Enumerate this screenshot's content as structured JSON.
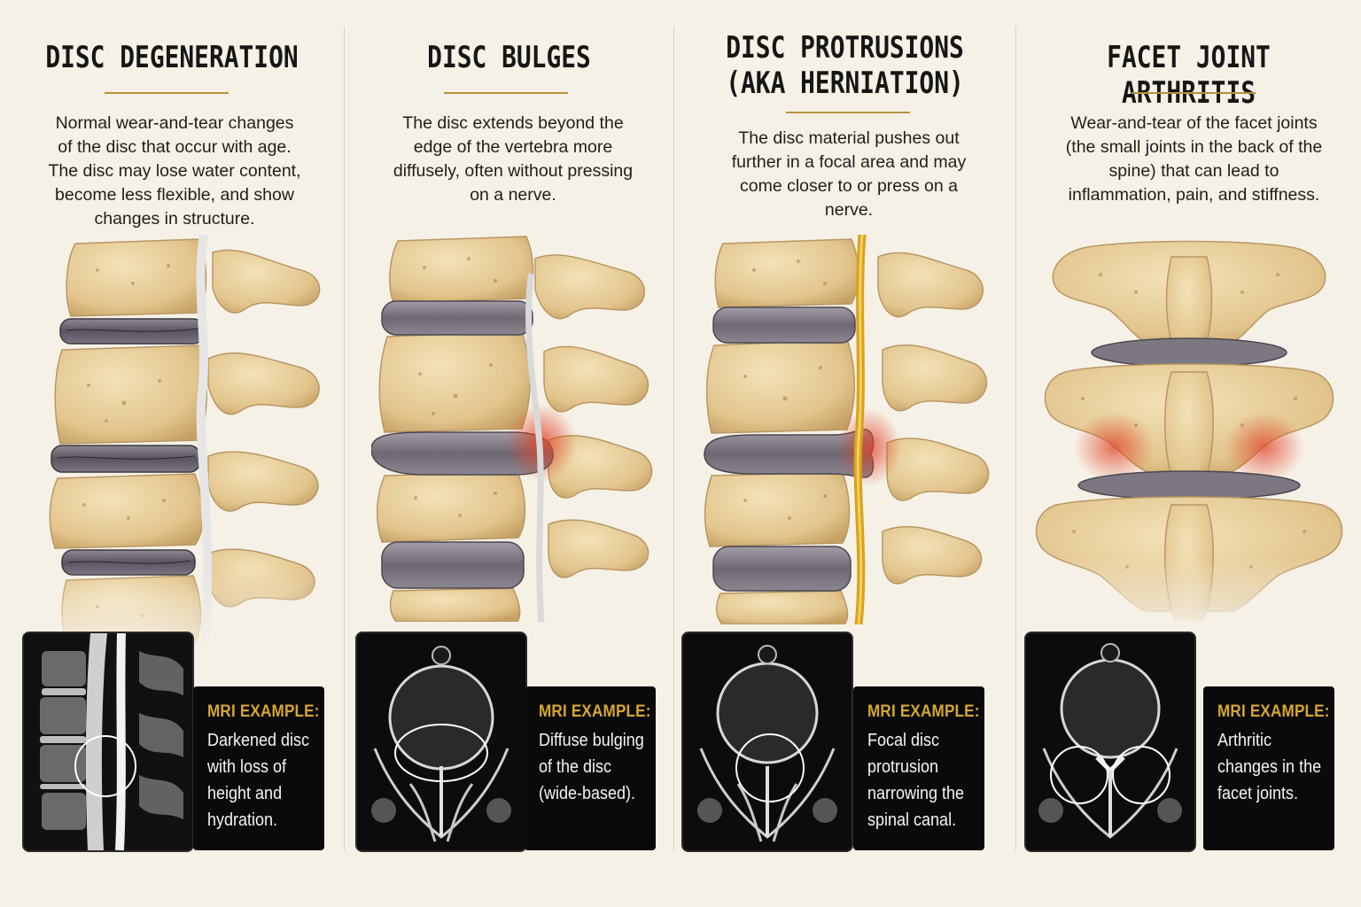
{
  "colors": {
    "background": "#f6f1e6",
    "bone": "#e6cd98",
    "disc": "#6f6a70",
    "accent_rule": "#b8913a",
    "inflammation": "#e0452a",
    "nerve": "#d9a21c",
    "label_heading": "#d6a72e"
  },
  "panels": [
    {
      "title": "DISC DEGENERATION",
      "description": "Normal wear-and-tear changes of the disc that occur with age. The disc may lose water content, become less flexible, and show changes in structure.",
      "mri_heading": "MRI EXAMPLE:",
      "mri_caption": "Darkened disc with loss of height and hydration."
    },
    {
      "title": "DISC BULGES",
      "description": "The disc extends beyond the edge of the vertebra more diffusely, often without pressing on a nerve.",
      "mri_heading": "MRI EXAMPLE:",
      "mri_caption": "Diffuse bulging of the disc (wide-based)."
    },
    {
      "title": "DISC PROTRUSIONS\n(AKA HERNIATION)",
      "description": "The disc material pushes out further in a focal area and may come closer to or press on a nerve.",
      "mri_heading": "MRI EXAMPLE:",
      "mri_caption": "Focal disc protrusion narrowing the spinal canal."
    },
    {
      "title": "FACET JOINT ARTHRITIS",
      "description": "Wear-and-tear of the facet joints (the small joints in the back of the spine) that can lead to inflammation, pain, and stiffness.",
      "mri_heading": "MRI EXAMPLE:",
      "mri_caption": "Arthritic changes in the facet joints."
    }
  ]
}
